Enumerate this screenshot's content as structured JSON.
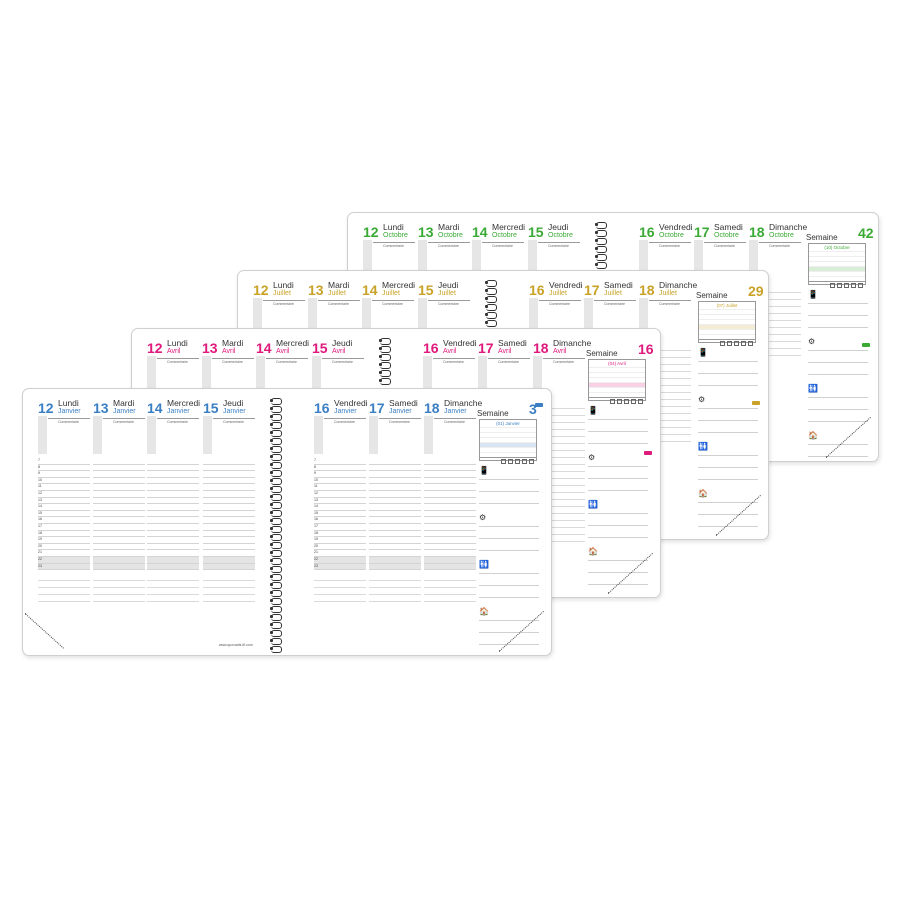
{
  "planners": [
    {
      "id": "oct",
      "color": "#3aaa35",
      "month": "Octobre",
      "week_label": "Semaine",
      "week_number": "42",
      "mini_title": "(10) Octobre",
      "comment": "Commentaire",
      "days": [
        {
          "num": "12",
          "name": "Lundi"
        },
        {
          "num": "13",
          "name": "Mardi"
        },
        {
          "num": "14",
          "name": "Mercredi"
        },
        {
          "num": "15",
          "name": "Jeudi"
        },
        {
          "num": "16",
          "name": "Vendredi"
        },
        {
          "num": "17",
          "name": "Samedi"
        },
        {
          "num": "18",
          "name": "Dimanche"
        }
      ],
      "icons": [
        "📱",
        "⚙",
        "🚻",
        "🏠"
      ]
    },
    {
      "id": "jul",
      "color": "#c9a227",
      "month": "Juillet",
      "week_label": "Semaine",
      "week_number": "29",
      "mini_title": "(07) Juillet",
      "comment": "Commentaire",
      "days": [
        {
          "num": "12",
          "name": "Lundi"
        },
        {
          "num": "13",
          "name": "Mardi"
        },
        {
          "num": "14",
          "name": "Mercredi"
        },
        {
          "num": "15",
          "name": "Jeudi"
        },
        {
          "num": "16",
          "name": "Vendredi"
        },
        {
          "num": "17",
          "name": "Samedi"
        },
        {
          "num": "18",
          "name": "Dimanche"
        }
      ],
      "icons": [
        "📱",
        "⚙",
        "🚻",
        "🏠"
      ]
    },
    {
      "id": "apr",
      "color": "#e0197d",
      "month": "Avril",
      "week_label": "Semaine",
      "week_number": "16",
      "mini_title": "(04) Avril",
      "comment": "Commentaire",
      "days": [
        {
          "num": "12",
          "name": "Lundi"
        },
        {
          "num": "13",
          "name": "Mardi"
        },
        {
          "num": "14",
          "name": "Mercredi"
        },
        {
          "num": "15",
          "name": "Jeudi"
        },
        {
          "num": "16",
          "name": "Vendredi"
        },
        {
          "num": "17",
          "name": "Samedi"
        },
        {
          "num": "18",
          "name": "Dimanche"
        }
      ],
      "icons": [
        "📱",
        "⚙",
        "🚻",
        "🏠"
      ]
    },
    {
      "id": "jan",
      "color": "#3a7fc4",
      "month": "Janvier",
      "week_label": "Semaine",
      "week_number": "3",
      "mini_title": "(01) Janvier",
      "comment": "Commentaire",
      "days": [
        {
          "num": "12",
          "name": "Lundi"
        },
        {
          "num": "13",
          "name": "Mardi"
        },
        {
          "num": "14",
          "name": "Mercredi"
        },
        {
          "num": "15",
          "name": "Jeudi"
        },
        {
          "num": "16",
          "name": "Vendredi"
        },
        {
          "num": "17",
          "name": "Samedi"
        },
        {
          "num": "18",
          "name": "Dimanche"
        }
      ],
      "hours": [
        "7",
        "8",
        "9",
        "10",
        "11",
        "12",
        "13",
        "14",
        "15",
        "16",
        "17",
        "18",
        "19",
        "20",
        "21",
        "22",
        "23"
      ],
      "icons": [
        "📱",
        "⚙",
        "🚻",
        "🏠"
      ],
      "footer_url": "www.quovadis-lfl.com"
    }
  ]
}
